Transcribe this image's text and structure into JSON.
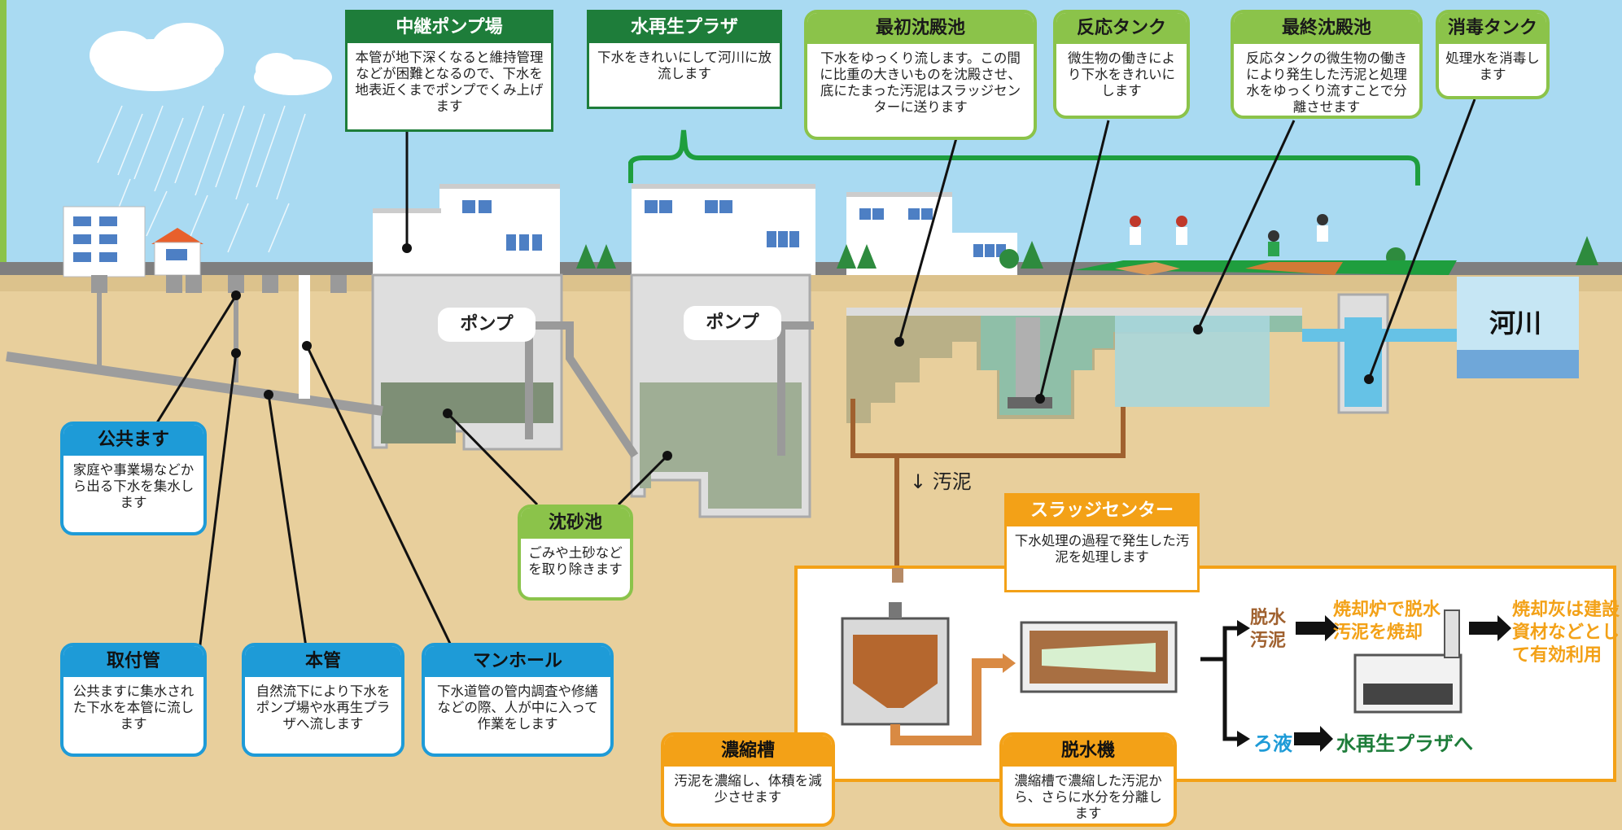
{
  "facilities": {
    "relay_pump": {
      "title": "中継ポンプ場",
      "desc": "本管が地下深くなると維持管理などが困難となるので、下水を地表近くまでポンプでくみ上げます"
    },
    "water_plaza": {
      "title": "水再生プラザ",
      "desc": "下水をきれいにして河川に放流します"
    },
    "primary_tank": {
      "title": "最初沈殿池",
      "desc": "下水をゆっくり流します。この間に比重の大きいものを沈殿させ、底にたまった汚泥はスラッジセンターに送ります"
    },
    "reaction_tank": {
      "title": "反応タンク",
      "desc": "微生物の働きにより下水をきれいにします"
    },
    "final_tank": {
      "title": "最終沈殿池",
      "desc": "反応タンクの微生物の働きにより発生した汚泥と処理水をゆっくり流すことで分離させます"
    },
    "disinfection": {
      "title": "消毒タンク",
      "desc": "処理水を消毒します"
    },
    "grit": {
      "title": "沈砂池",
      "desc": "ごみや土砂などを取り除きます"
    },
    "public_basin": {
      "title": "公共ます",
      "desc": "家庭や事業場などから出る下水を集水します"
    },
    "connection_pipe": {
      "title": "取付管",
      "desc": "公共ますに集水された下水を本管に流します"
    },
    "main_pipe": {
      "title": "本管",
      "desc": "自然流下により下水をポンプ場や水再生プラザへ流します"
    },
    "manhole": {
      "title": "マンホール",
      "desc": "下水道管の管内調査や修繕などの際、人が中に入って作業をします"
    },
    "sludge_center": {
      "title": "スラッジセンター",
      "desc": "下水処理の過程で発生した汚泥を処理します"
    },
    "thickener": {
      "title": "濃縮槽",
      "desc": "汚泥を濃縮し、体積を減少させます"
    },
    "dewatering": {
      "title": "脱水機",
      "desc": "濃縮槽で濃縮した汚泥から、さらに水分を分離します"
    }
  },
  "labels": {
    "pump1": "ポンプ",
    "pump2": "ポンプ",
    "river": "河川",
    "sludge_arrow": "↓ 汚泥",
    "dewatered_sludge": "脱水汚泥",
    "incinerate": "焼却炉で脱水汚泥を焼却",
    "ash": "焼却灰は建設資材などとして有効利用",
    "filtrate": "ろ液",
    "to_plaza": "水再生プラザへ"
  },
  "colors": {
    "sky": "#a9daf2",
    "ground": "#e8cf9c",
    "green_dark": "#1e7d3a",
    "green_light": "#8bc34a",
    "blue": "#1e9bd7",
    "orange": "#f3a117",
    "brown": "#a0612f"
  }
}
